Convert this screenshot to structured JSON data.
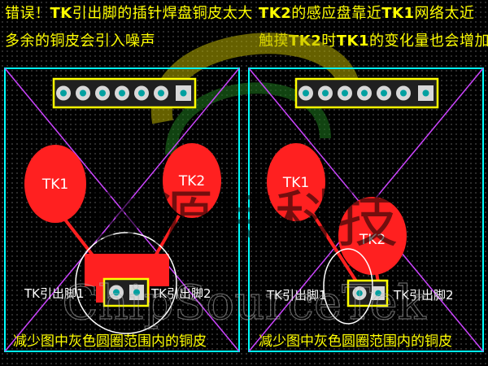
{
  "left_caption": {
    "line1_a": "错误！",
    "line1_b": "TK",
    "line1_c": "引出脚的插针焊盘铜皮太大",
    "line2": "多余的铜皮会引入噪声"
  },
  "right_caption": {
    "line1_a": "TK2",
    "line1_b": "的感应盘靠近",
    "line1_c": "TK1",
    "line1_d": "网络太近",
    "line2_a": "触摸",
    "line2_b": "TK2",
    "line2_c": "时",
    "line2_d": "TK1",
    "line2_e": "的变化量也会增加"
  },
  "left_panel": {
    "pad1": "TK1",
    "pad2": "TK2",
    "pin1_label": "TK引出脚1",
    "pin2_label": "TK引出脚2",
    "footer": "减少图中灰色圆圈范围内的铜皮"
  },
  "right_panel": {
    "pad1": "TK1",
    "pad2": "TK2",
    "pin1_label": "TK引出脚1",
    "pin2_label": "TK引出脚2",
    "footer": "减少图中灰色圆圈范围内的铜皮"
  },
  "watermark": {
    "cn": "矽源特科技",
    "en": "ChipSourceTek"
  },
  "colors": {
    "caption": "#ffff00",
    "panel_border": "#00ffff",
    "header_border": "#ffff00",
    "copper": "#ff2020",
    "cross_line": "#cc44ff",
    "highlight_circle": "#ffffff",
    "pad_teal": "#00a0a0"
  }
}
